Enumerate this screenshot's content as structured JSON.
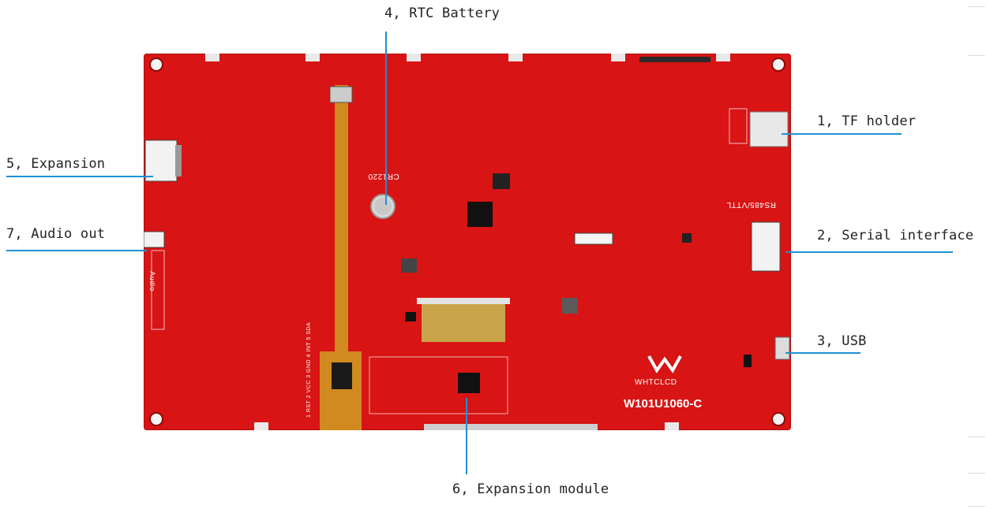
{
  "callouts": {
    "tf_holder": "1, TF holder",
    "serial_interface": "2, Serial interface",
    "usb": "3, USB",
    "rtc_battery": "4, RTC Battery",
    "expansion": "5, Expansion",
    "expansion_module": "6, Expansion module",
    "audio_out": "7, Audio out"
  },
  "board": {
    "brand": "WHTCLCD",
    "model": "W101U1060-C",
    "silk_battery": "CR1220",
    "silk_serial": "RS485/VTTL",
    "silk_audio": "Audio",
    "silk_pins": "1 RST 2 VCC 3 GND 4 INT 5 SDA"
  },
  "colors": {
    "board": "#d81414",
    "leader_line": "#1e90d6",
    "label_text": "#222222"
  }
}
